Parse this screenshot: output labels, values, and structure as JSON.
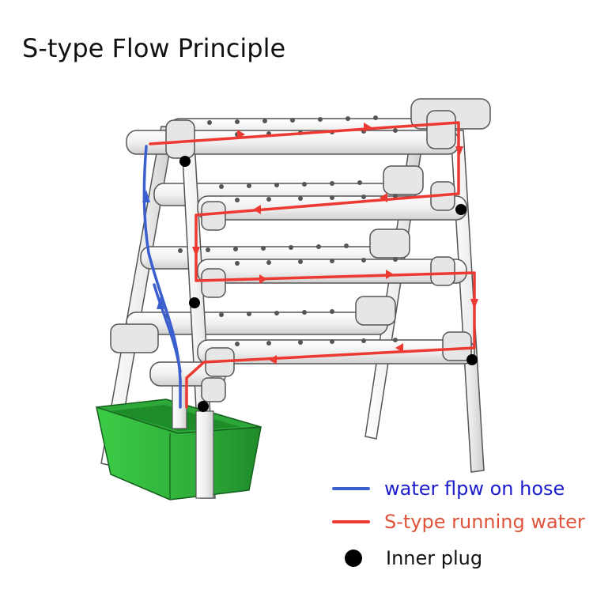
{
  "title": "S-type Flow Principle",
  "legend": [
    {
      "kind": "line",
      "label": "water flpw on hose",
      "color": "#3b5fcf",
      "text_color": "#1c1ccc"
    },
    {
      "kind": "line",
      "label": "S-type running water",
      "color": "#ec3a32",
      "text_color": "#e0533a"
    },
    {
      "kind": "dot",
      "label": "Inner plug",
      "color": "#000000",
      "text_color": "#111111"
    }
  ],
  "colors": {
    "pipe_fill": "#f2f2f2",
    "pipe_stroke": "#555555",
    "tank_fill": "#2fb23a",
    "tank_dark": "#1f8c2a",
    "red_flow": "#ec3a32",
    "blue_flow": "#3b5fcf",
    "plug": "#000000"
  },
  "icons": [
    "hydroponic-frame",
    "water-tank",
    "inner-plug-icon"
  ]
}
